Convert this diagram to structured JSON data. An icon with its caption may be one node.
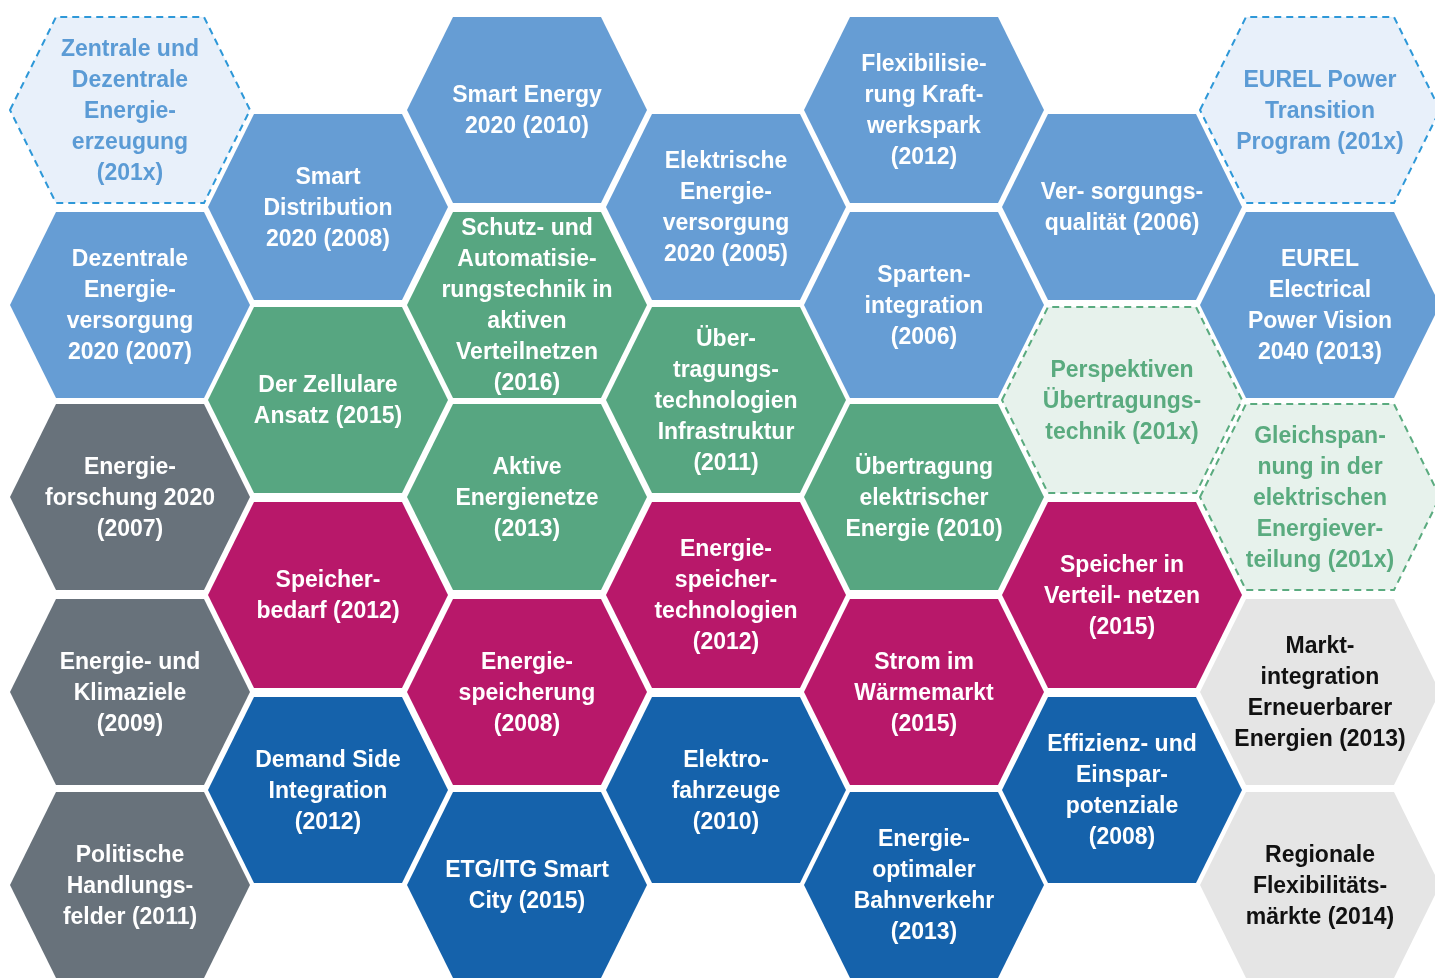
{
  "diagram": {
    "nodes": [
      {
        "text": [
          "Zentrale und Dezentrale Energie- erzeugung (201x)"
        ]
      },
      {
        "text": [
          "Smart Energy 2020 (2010)"
        ]
      },
      {
        "text": [
          "Flexibilisie- rung Kraft- werkspark (2012)"
        ]
      },
      {
        "text": [
          "EUREL Power Transition Program (201x)"
        ]
      },
      {
        "text": [
          "Smart Distribution 2020 (2008)"
        ]
      },
      {
        "text": [
          "Elektrische Energie- versorgung 2020 (2005)"
        ]
      },
      {
        "text": [
          "Ver- sorgungs- qualität (2006)"
        ]
      },
      {
        "text": [
          "Dezentrale Energie- versorgung 2020 (2007)"
        ]
      },
      {
        "text": [
          "Schutz- und Automatisie- rungstechnik in aktiven Verteilnetzen (2016)"
        ]
      },
      {
        "text": [
          "Sparten- integration (2006)"
        ]
      },
      {
        "text": [
          "EUREL Electrical Power Vision 2040 (2013)"
        ]
      },
      {
        "text": [
          "Der Zellulare Ansatz (2015)"
        ]
      },
      {
        "text": [
          "Über- tragungs- technologien Infrastruktur (2011)"
        ]
      },
      {
        "text": [
          "Perspektiven Übertragungs- technik (201x)"
        ]
      },
      {
        "text": [
          "Energie- forschung 2020 (2007)"
        ]
      },
      {
        "text": [
          "Aktive Energienetze (2013)"
        ]
      },
      {
        "text": [
          "Übertragung elektrischer Energie (2010)"
        ]
      },
      {
        "text": [
          "Gleichspan- nung in der elektrischen Energiever- teilung (201x)"
        ]
      },
      {
        "text": [
          "Speicher- bedarf (2012)"
        ]
      },
      {
        "text": [
          "Energie- speicher- technologien (2012)"
        ]
      },
      {
        "text": [
          "Speicher in Verteil- netzen (2015)"
        ]
      },
      {
        "text": [
          "Energie- und Klimaziele (2009)"
        ]
      },
      {
        "text": [
          "Energie- speicherung (2008)"
        ]
      },
      {
        "text": [
          "Strom im Wärmemarkt (2015)"
        ]
      },
      {
        "text": [
          "Markt- integration Erneuerbarer Energien (2013)"
        ]
      },
      {
        "text": [
          "Demand Side Integration (2012)"
        ]
      },
      {
        "text": [
          "Elektro- fahrzeuge (2010)"
        ]
      },
      {
        "text": [
          "Effizienz- und Einspar- potenziale (2008)"
        ]
      },
      {
        "text": [
          "Politische Handlungs- felder (2011)"
        ]
      },
      {
        "text": [
          "ETG/ITG Smart City (2015)"
        ]
      },
      {
        "text": [
          "Energie- optimaler Bahnverkehr (2013)"
        ]
      },
      {
        "text": [
          "Regionale Flexibilitäts- märkte (2014)"
        ]
      }
    ]
  }
}
